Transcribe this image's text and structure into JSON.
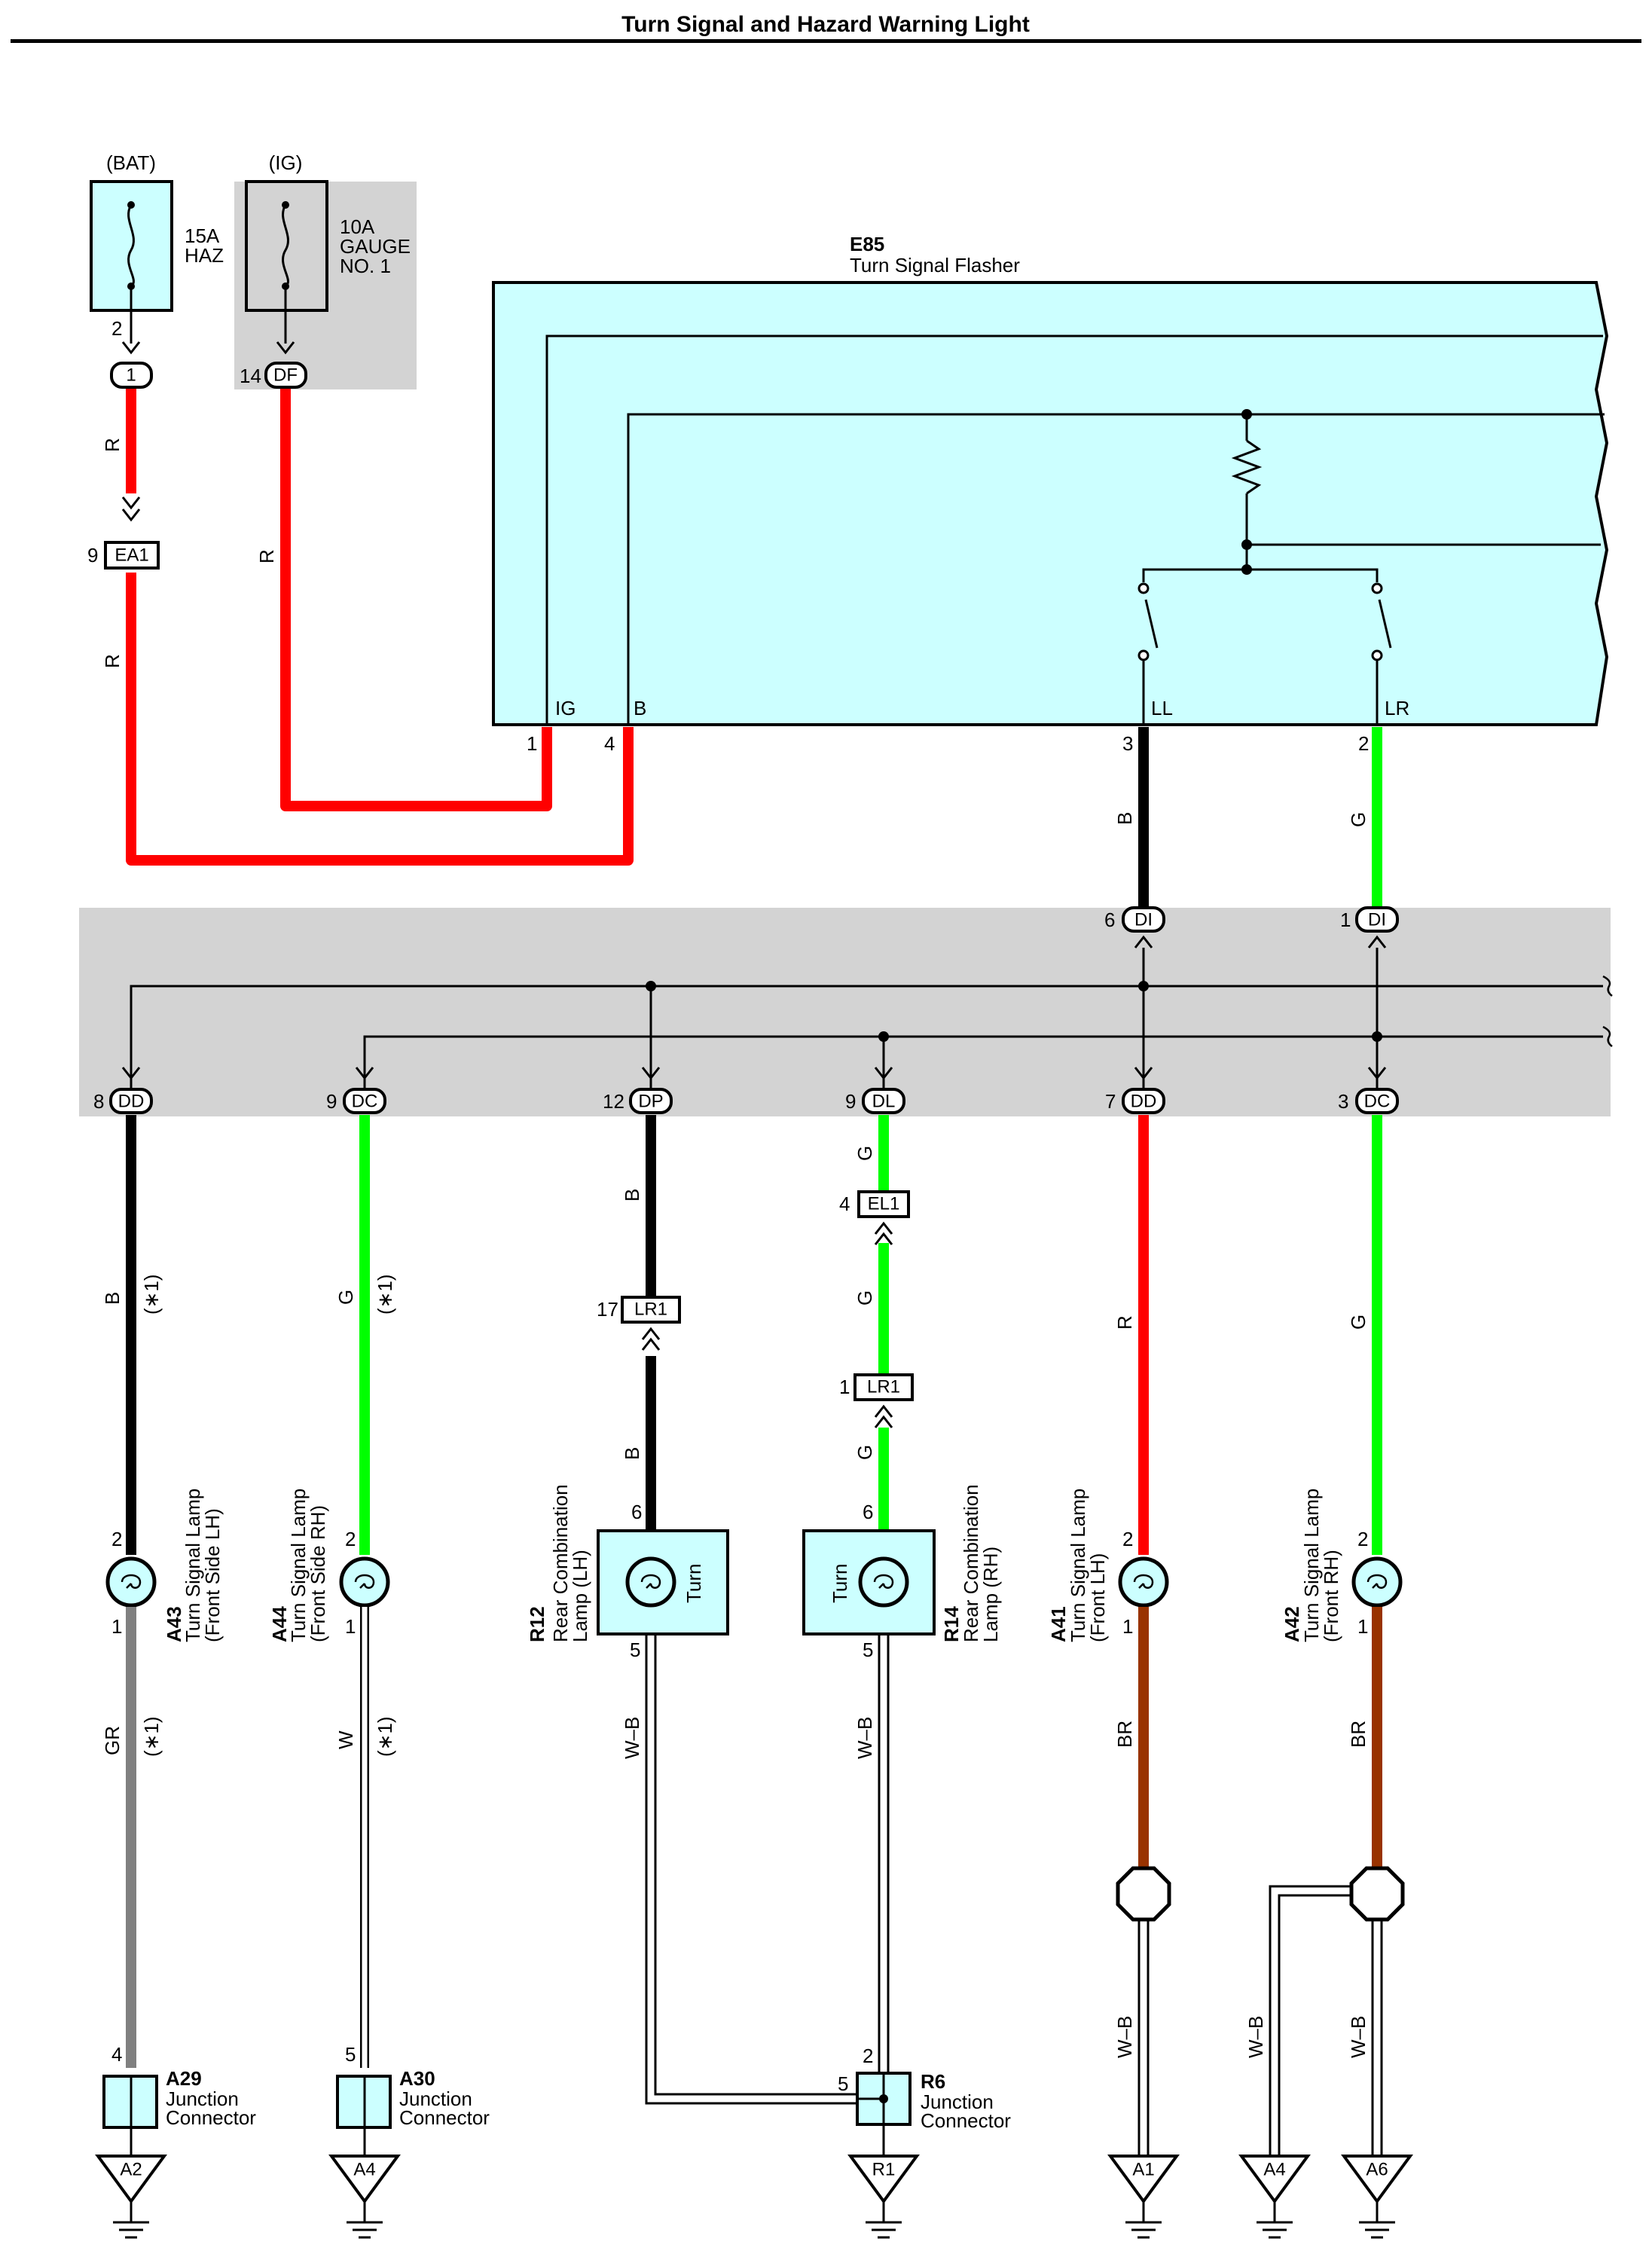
{
  "title": "Turn Signal and Hazard Warning Light",
  "fuses": [
    {
      "source": "(BAT)",
      "rating": "15A",
      "name": "HAZ",
      "pin": "2",
      "connector": "1"
    },
    {
      "source": "(IG)",
      "rating": "10A",
      "name_line1": "GAUGE",
      "name_line2": "NO. 1",
      "pin": "14",
      "connector": "DF"
    }
  ],
  "flasher": {
    "id": "E85",
    "name": "Turn Signal Flasher",
    "terminals": [
      {
        "label": "IG",
        "pin": "1"
      },
      {
        "label": "B",
        "pin": "4"
      },
      {
        "label": "LL",
        "pin": "3"
      },
      {
        "label": "LR",
        "pin": "2"
      }
    ]
  },
  "inline": [
    {
      "pin": "9",
      "code": "EA1"
    },
    {
      "pin": "4",
      "code": "EL1"
    },
    {
      "pin": "17",
      "code": "LR1"
    },
    {
      "pin": "1",
      "code": "LR1"
    }
  ],
  "junction_top": [
    {
      "pin": "6",
      "code": "DI"
    },
    {
      "pin": "1",
      "code": "DI"
    }
  ],
  "junction_bottom": [
    {
      "pin": "8",
      "code": "DD"
    },
    {
      "pin": "9",
      "code": "DC"
    },
    {
      "pin": "12",
      "code": "DP"
    },
    {
      "pin": "9",
      "code": "DL"
    },
    {
      "pin": "7",
      "code": "DD"
    },
    {
      "pin": "3",
      "code": "DC"
    }
  ],
  "wire_labels": {
    "red": "R",
    "black": "B",
    "green": "G",
    "gray": "GR",
    "white": "W",
    "brown": "BR",
    "white_black": "W–B",
    "note": "(∗1)"
  },
  "lamps": [
    {
      "id": "A43",
      "line1": "Turn Signal Lamp",
      "line2": "(Front Side LH)",
      "pin_top": "2",
      "pin_bottom": "1"
    },
    {
      "id": "A44",
      "line1": "Turn Signal Lamp",
      "line2": "(Front Side RH)",
      "pin_top": "2",
      "pin_bottom": "1"
    },
    {
      "id": "R12",
      "line1": "Rear Combination",
      "line2": "Lamp (LH)",
      "pin_top": "6",
      "pin_bottom": "5",
      "inner": "Turn"
    },
    {
      "id": "R14",
      "line1": "Rear Combination",
      "line2": "Lamp (RH)",
      "pin_top": "6",
      "pin_bottom": "5",
      "inner": "Turn"
    },
    {
      "id": "A41",
      "line1": "Turn Signal Lamp",
      "line2": "(Front LH)",
      "pin_top": "2",
      "pin_bottom": "1"
    },
    {
      "id": "A42",
      "line1": "Turn Signal Lamp",
      "line2": "(Front RH)",
      "pin_top": "2",
      "pin_bottom": "1"
    }
  ],
  "junction_connectors": [
    {
      "id": "A29",
      "line1": "Junction",
      "line2": "Connector",
      "pin": "4"
    },
    {
      "id": "A30",
      "line1": "Junction",
      "line2": "Connector",
      "pin": "5"
    },
    {
      "id": "R6",
      "line1": "Junction",
      "line2": "Connector",
      "pin_top": "2",
      "pin_left": "5"
    }
  ],
  "grounds": [
    "A2",
    "A4",
    "R1",
    "A1",
    "A4",
    "A6"
  ],
  "colors": {
    "red": "#ff0000",
    "green": "#00ff00",
    "black": "#000000",
    "gray": "#808080",
    "brown": "#993300",
    "cyan": "#ccffff",
    "shade": "#d3d3d3"
  }
}
